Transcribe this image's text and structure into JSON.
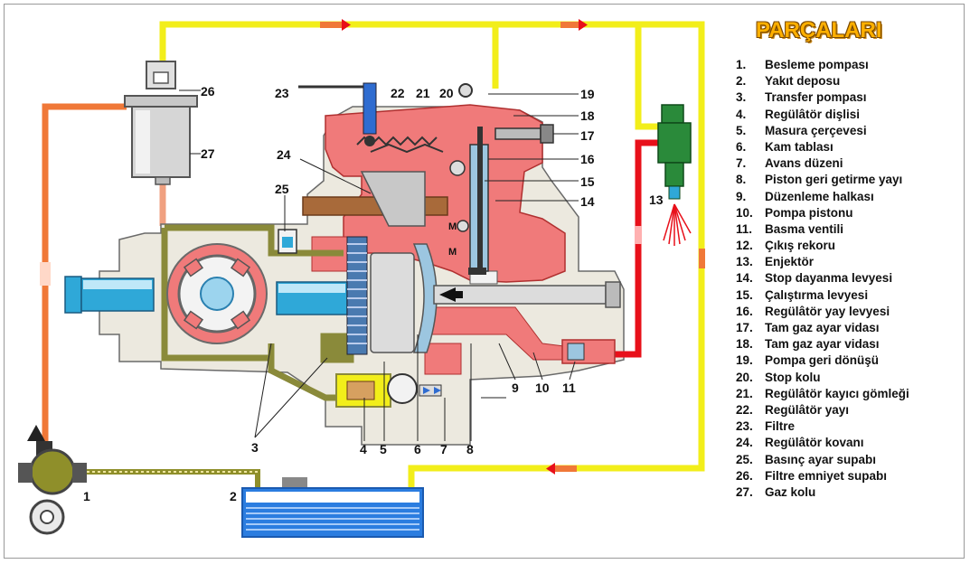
{
  "legend": {
    "title": "PARÇALARI",
    "items": [
      {
        "num": "1.",
        "label": "Besleme pompası"
      },
      {
        "num": "2.",
        "label": "Yakıt deposu"
      },
      {
        "num": "3.",
        "label": "Transfer pompası"
      },
      {
        "num": "4.",
        "label": "Regülâtör dişlisi"
      },
      {
        "num": "5.",
        "label": "Masura çerçevesi"
      },
      {
        "num": "6.",
        "label": "Kam tablası"
      },
      {
        "num": "7.",
        "label": "Avans düzeni"
      },
      {
        "num": "8.",
        "label": "Piston geri getirme yayı"
      },
      {
        "num": "9.",
        "label": "Düzenleme halkası"
      },
      {
        "num": "10.",
        "label": "Pompa pistonu"
      },
      {
        "num": "11.",
        "label": "Basma ventili"
      },
      {
        "num": "12.",
        "label": "Çıkış rekoru"
      },
      {
        "num": "13.",
        "label": "Enjektör"
      },
      {
        "num": "14.",
        "label": "Stop dayanma levyesi"
      },
      {
        "num": "15.",
        "label": "Çalıştırma levyesi"
      },
      {
        "num": "16.",
        "label": "Regülâtör yay levyesi"
      },
      {
        "num": "17.",
        "label": "Tam gaz ayar vidası"
      },
      {
        "num": "18.",
        "label": "Tam gaz ayar vidası"
      },
      {
        "num": "19.",
        "label": "Pompa geri dönüşü"
      },
      {
        "num": "20.",
        "label": "Stop kolu"
      },
      {
        "num": "21.",
        "label": "Regülâtör kayıcı gömleği"
      },
      {
        "num": "22.",
        "label": "Regülâtör yayı"
      },
      {
        "num": "23.",
        "label": "Filtre"
      },
      {
        "num": "24.",
        "label": "Regülâtör kovanı"
      },
      {
        "num": "25.",
        "label": "Basınç ayar supabı"
      },
      {
        "num": "26.",
        "label": "Filtre emniyet supabı"
      },
      {
        "num": "27.",
        "label": "Gaz kolu"
      }
    ]
  },
  "callouts": {
    "n1": "1",
    "n2": "2",
    "n3": "3",
    "n4": "4",
    "n5": "5",
    "n6": "6",
    "n7": "7",
    "n8": "8",
    "n9": "9",
    "n10": "10",
    "n11": "11",
    "n13": "13",
    "n14": "14",
    "n15": "15",
    "n16": "16",
    "n17": "17",
    "n18": "18",
    "n19": "19",
    "n20": "20",
    "n21": "21",
    "n22": "22",
    "n23": "23",
    "n24": "24",
    "n25": "25",
    "n26": "26",
    "n27": "27",
    "m1": "M",
    "m2": "M"
  },
  "colors": {
    "return_line": "#f2ee1a",
    "supply_line": "#f07838",
    "high_pressure_line": "#e8101a",
    "housing": "#ece9df",
    "pressurized_fuel": "#f07a7a",
    "transfer_circuit": "#8a8a3a",
    "shaft": "#2fa8d8",
    "injector": "#2a8a3a",
    "tank": "#2b7de0"
  },
  "icons": [
    "arrow-right-icon",
    "arrow-left-icon",
    "arrow-up-icon",
    "spray-icon"
  ]
}
